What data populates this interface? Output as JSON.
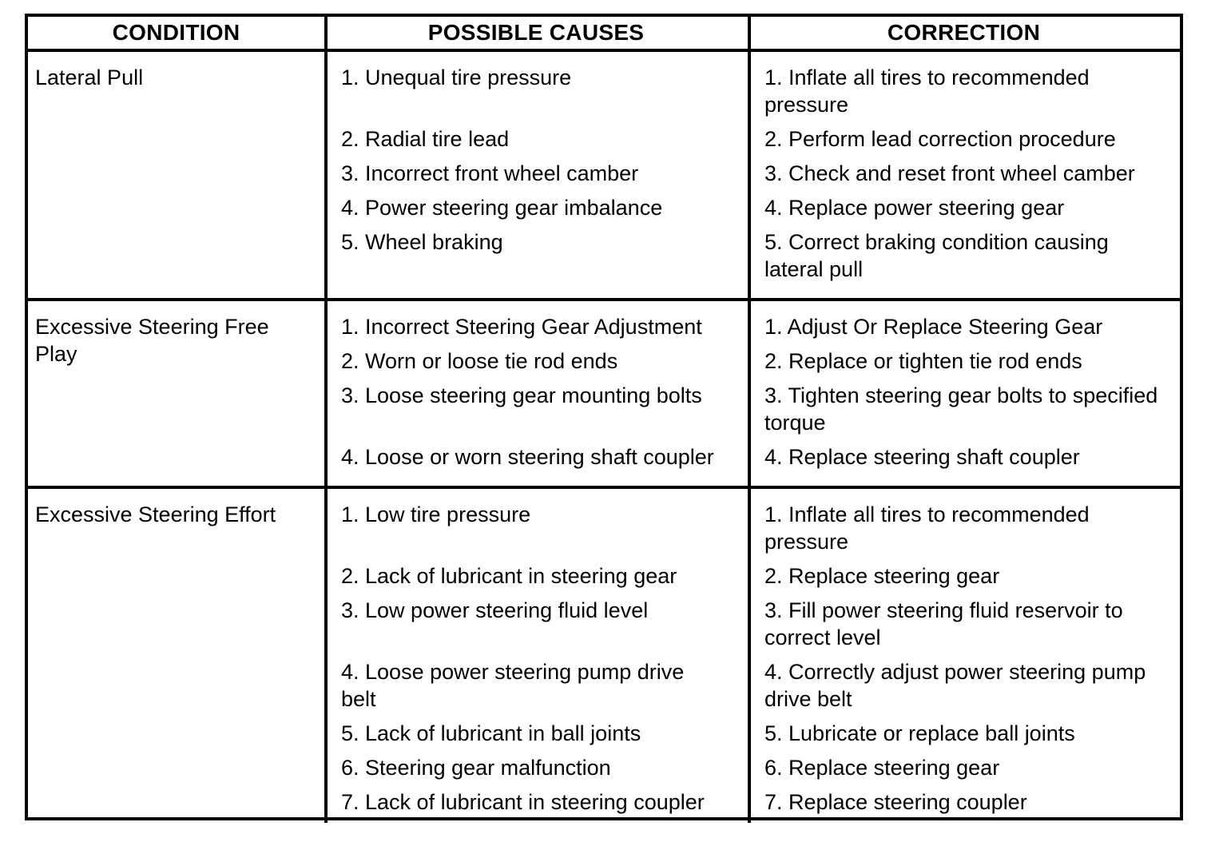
{
  "table": {
    "headers": [
      "CONDITION",
      "POSSIBLE CAUSES",
      "CORRECTION"
    ],
    "rows": [
      {
        "condition": "Lateral Pull",
        "items": [
          {
            "cause": "1. Unequal tire pressure",
            "correction": "1. Inflate all tires to recommended\npressure"
          },
          {
            "cause": "2. Radial tire lead",
            "correction": "2. Perform lead correction procedure"
          },
          {
            "cause": "3. Incorrect front wheel camber",
            "correction": "3. Check and reset front wheel camber"
          },
          {
            "cause": "4. Power steering gear imbalance",
            "correction": "4. Replace power steering gear"
          },
          {
            "cause": "5. Wheel braking",
            "correction": "5. Correct braking condition causing\nlateral pull"
          }
        ]
      },
      {
        "condition": "Excessive Steering Free\nPlay",
        "items": [
          {
            "cause": "1. Incorrect Steering Gear Adjustment",
            "correction": "1. Adjust Or Replace Steering Gear"
          },
          {
            "cause": "2. Worn or loose tie rod ends",
            "correction": "2. Replace or tighten tie rod ends"
          },
          {
            "cause": "3. Loose steering gear mounting bolts",
            "correction": "3. Tighten steering gear bolts to specified\ntorque"
          },
          {
            "cause": "4. Loose or worn steering shaft coupler",
            "correction": "4. Replace steering shaft coupler"
          }
        ]
      },
      {
        "condition": "Excessive Steering Effort",
        "items": [
          {
            "cause": "1. Low tire pressure",
            "correction": "1. Inflate all tires to recommended\npressure"
          },
          {
            "cause": "2. Lack of lubricant in steering gear",
            "correction": "2. Replace steering gear"
          },
          {
            "cause": "3. Low power steering fluid level",
            "correction": "3. Fill power steering fluid reservoir to\ncorrect level"
          },
          {
            "cause": "4. Loose power steering pump drive\nbelt",
            "correction": "4. Correctly adjust power steering pump\ndrive belt"
          },
          {
            "cause": "5. Lack of lubricant in ball joints",
            "correction": "5. Lubricate or replace ball joints"
          },
          {
            "cause": "6. Steering gear malfunction",
            "correction": "6. Replace steering gear"
          },
          {
            "cause": "7. Lack of lubricant in steering coupler",
            "correction": "7. Replace steering coupler"
          }
        ]
      }
    ]
  }
}
